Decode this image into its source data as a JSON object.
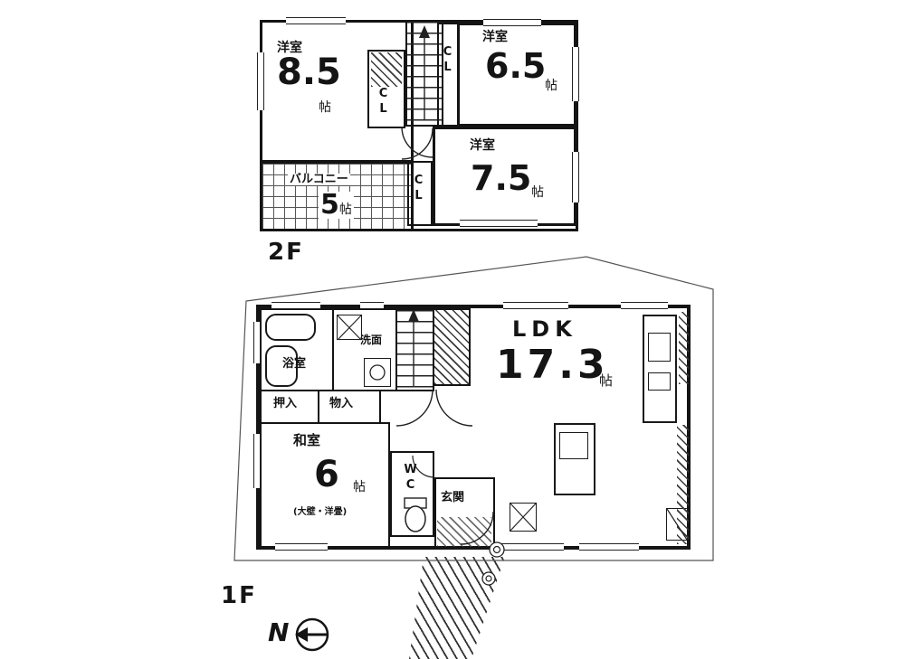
{
  "colors": {
    "ink": "#141414",
    "paper": "#ffffff"
  },
  "floor2": {
    "label": "2F",
    "room_85": {
      "name": "洋室",
      "size": "8.5",
      "unit": "帖"
    },
    "room_65": {
      "name": "洋室",
      "size": "6.5",
      "unit": "帖"
    },
    "room_75": {
      "name": "洋室",
      "size": "7.5",
      "unit": "帖"
    },
    "balcony": {
      "name": "バルコニー",
      "size": "5",
      "unit": "帖"
    },
    "closet_a": "CL",
    "closet_b": "CL",
    "closet_c": "CL"
  },
  "floor1": {
    "label": "1F",
    "ldk": {
      "name": "LDK",
      "size": "17.3",
      "unit": "帖"
    },
    "washitsu": {
      "name": "和室",
      "size": "6",
      "unit": "帖",
      "note": "(大壁・洋畳)"
    },
    "bath": "浴室",
    "lavatory": "洗面",
    "oshiire": "押入",
    "monoire": "物入",
    "wc": "WC",
    "genkan": "玄関"
  },
  "compass": {
    "north": "N"
  }
}
